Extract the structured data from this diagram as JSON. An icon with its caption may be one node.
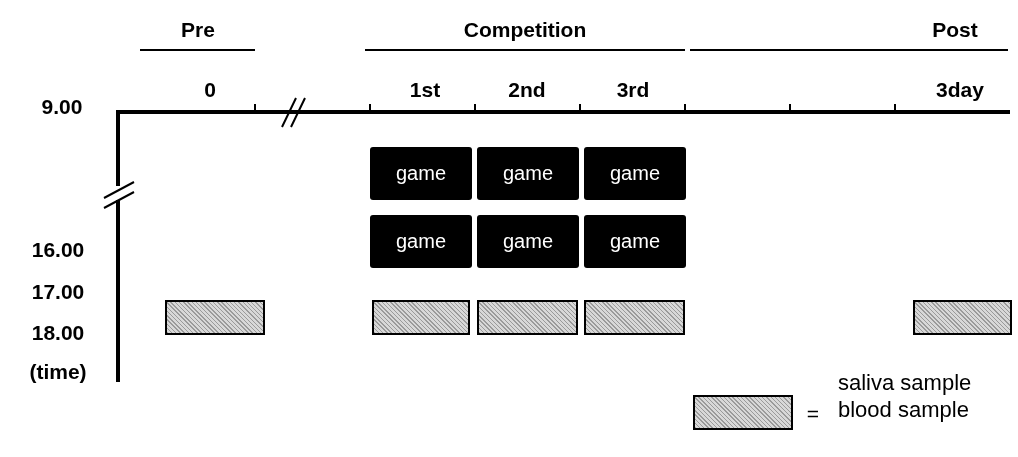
{
  "diagram": {
    "nodes": [
      {
        "text": [
          "game"
        ]
      },
      {
        "text": [
          "game"
        ]
      },
      {
        "text": [
          "game"
        ]
      },
      {
        "text": [
          "game"
        ]
      },
      {
        "text": [
          "game"
        ]
      },
      {
        "text": [
          "game"
        ]
      },
      {
        "text": [],
        "shape": "box"
      },
      {
        "text": [],
        "shape": "box"
      },
      {
        "text": [],
        "shape": "box"
      },
      {
        "text": [],
        "shape": "box"
      },
      {
        "text": [],
        "shape": "box"
      }
    ],
    "edges": [],
    "labels": [
      "Pre",
      "Competition",
      "Post",
      "0",
      "1st",
      "2nd",
      "3rd",
      "3day",
      "9.00",
      "16.00",
      "17.00",
      "18.00",
      "(time)",
      "="
    ],
    "legend": [
      {
        "text": "saliva sample"
      },
      {
        "text": "blood sample"
      }
    ]
  }
}
